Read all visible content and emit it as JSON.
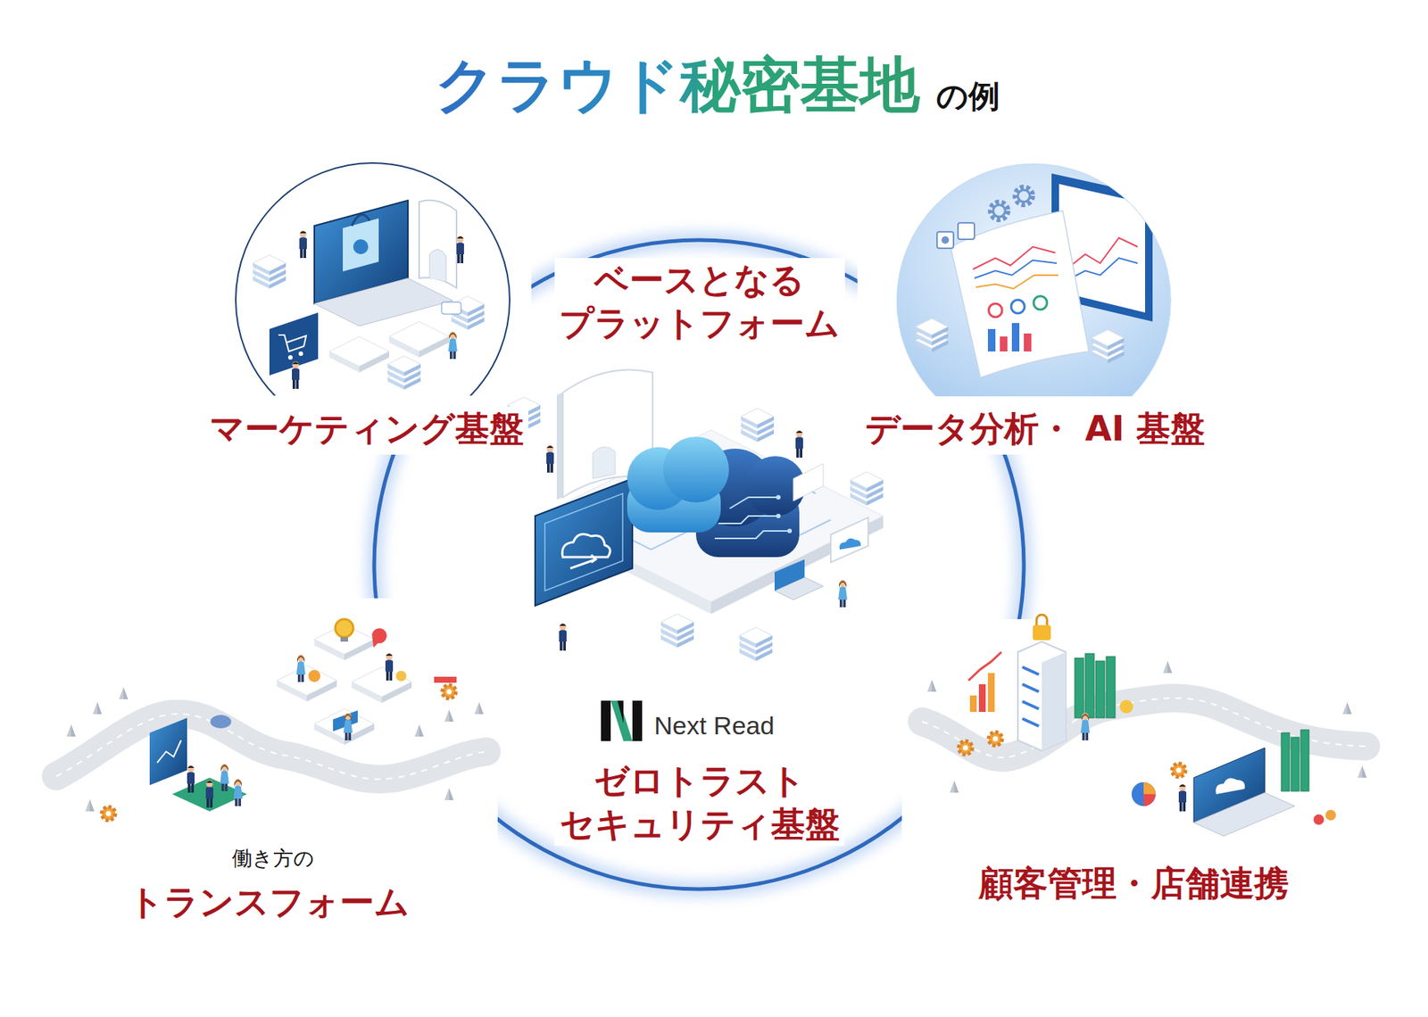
{
  "diagram": {
    "title": "クラウド秘密基地",
    "nodes": [
      {
        "text": [
          "ベースとなる プラットフォーム",
          "Next Read",
          "ゼロトラスト セキュリティ基盤"
        ]
      },
      {
        "text": [
          "マーケティング基盤"
        ]
      },
      {
        "text": [
          "データ分析・ AI 基盤"
        ]
      },
      {
        "text": [
          "働き方の",
          "トランスフォーム"
        ]
      },
      {
        "text": [
          "顧客管理・店舗連携"
        ]
      }
    ],
    "labels": [
      "の例"
    ]
  }
}
